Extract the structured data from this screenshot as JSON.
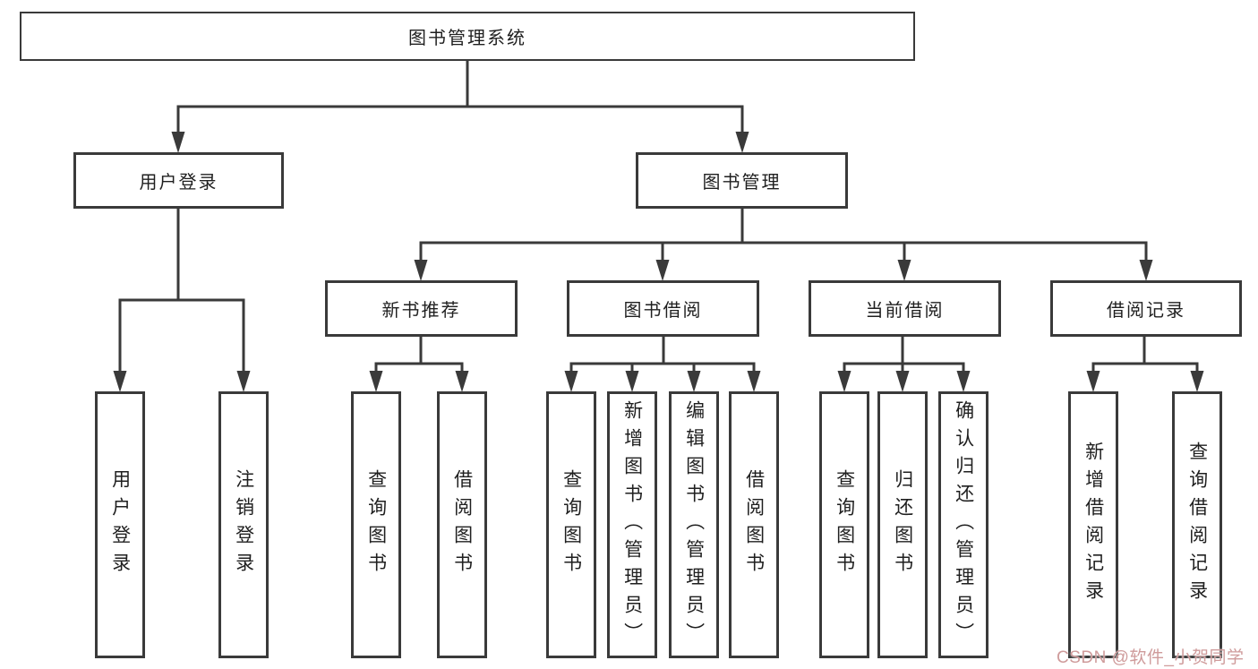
{
  "diagram": {
    "root": "图书管理系统",
    "level2": [
      "用户登录",
      "图书管理"
    ],
    "level3": [
      "新书推荐",
      "图书借阅",
      "当前借阅",
      "借阅记录"
    ],
    "leaves": {
      "user_login": [
        "用户登录",
        "注销登录"
      ],
      "new_book_recommend": [
        "查询图书",
        "借阅图书"
      ],
      "book_borrowing": [
        "查询图书",
        "新增图书（管理员）",
        "编辑图书（管理员）",
        "借阅图书"
      ],
      "current_borrowing": [
        "查询图书",
        "归还图书",
        "确认归还（管理员）"
      ],
      "borrowing_records": [
        "新增借阅记录",
        "查询借阅记录"
      ]
    }
  },
  "watermark": {
    "text": "CSDN @软件_小贺同学",
    "color": "#cf9b9b"
  },
  "colors": {
    "line": "#3a3a3a",
    "border": "#3a3a3a",
    "text": "#1f1f1f",
    "background": "#ffffff"
  }
}
